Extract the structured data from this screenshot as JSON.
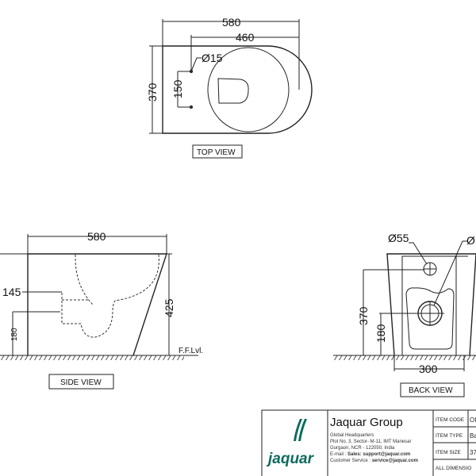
{
  "top_view": {
    "label": "TOP VIEW",
    "dim_length": "580",
    "dim_bowl": "460",
    "dim_width": "370",
    "dim_holes": "150",
    "dim_hole_dia": "Ø15"
  },
  "side_view": {
    "label": "SIDE VIEW",
    "dim_length": "580",
    "dim_height": "425",
    "dim_outlet_offset": "145",
    "dim_outlet_height": "180",
    "floor_label": "F.F.Lvl."
  },
  "back_view": {
    "label": "BACK VIEW",
    "dim_inlet_dia": "Ø55",
    "dim_outlet_dia": "Ø",
    "dim_inlet_height": "370",
    "dim_outlet_height": "180",
    "dim_width": "300"
  },
  "title_block": {
    "logo_text": "jaquar",
    "company": "Jaquar Group",
    "address": [
      "Global Headquarters",
      "Plot No. 3, Sector- M-11, IMT Manesar",
      "Gurgaon, NCR - 122050, India"
    ],
    "email_label": "E-mail : ",
    "email_value": "Sales: support@jaquar.com",
    "service_label": "Customer Service : ",
    "service_value": "service@jaquar.com",
    "item_code_label": "ITEM CODE",
    "item_code_value": "OI",
    "item_type_label": "ITEM TYPE",
    "item_type_value": "Ba",
    "item_size_label": "ITEM SIZE",
    "item_size_value": "37",
    "dimensions_note": "ALL DIMENSIO"
  }
}
